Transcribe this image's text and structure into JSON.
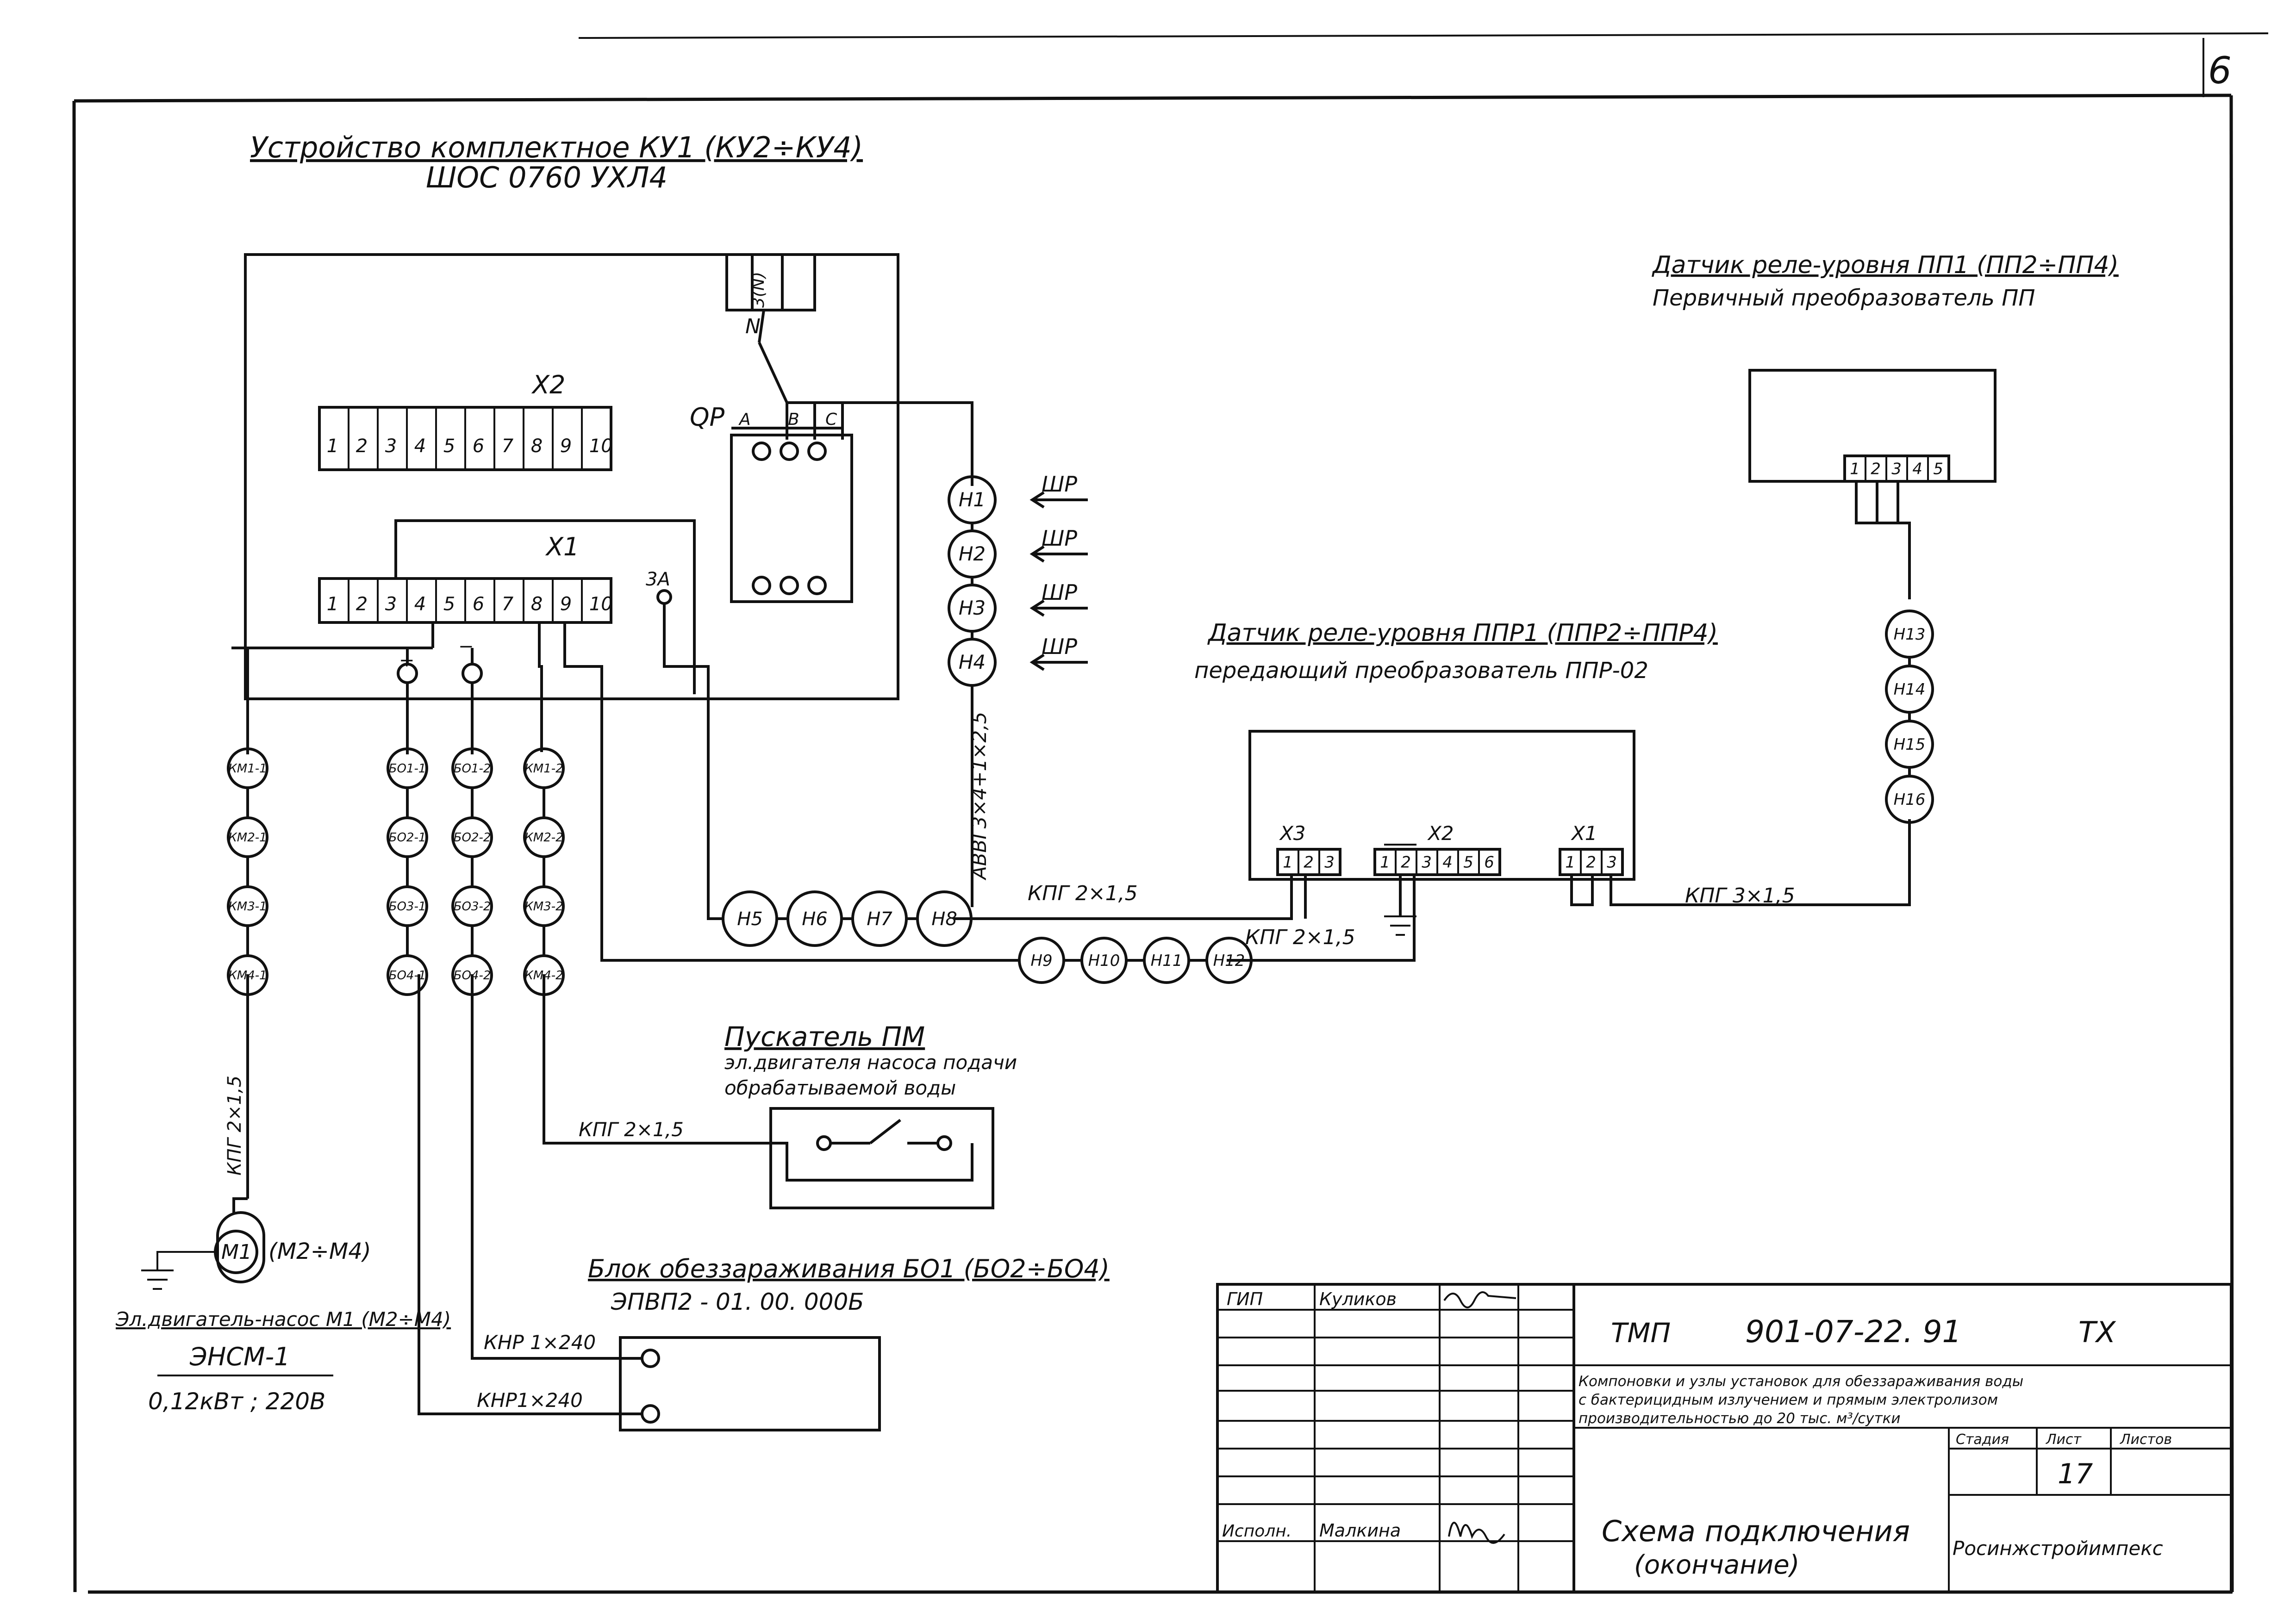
{
  "sheet_number": "6",
  "ku": {
    "title": "Устройство комплектное  КУ1 (КУ2÷КУ4)",
    "subtitle": "ШОС 0760 УХЛ4",
    "x2_label": "X2",
    "x2_terminals": [
      "1",
      "2",
      "3",
      "4",
      "5",
      "6",
      "7",
      "8",
      "9",
      "10"
    ],
    "x1_label": "X1",
    "x1_terminals": [
      "1",
      "2",
      "3",
      "4",
      "5",
      "6",
      "7",
      "8",
      "9",
      "10"
    ],
    "qp_label": "QP",
    "qp_phases": [
      "A",
      "B",
      "C"
    ],
    "n_terminal": "3(N)",
    "n_label": "N",
    "a3_label": "3A",
    "plus_sign": "+",
    "minus_sign": "−"
  },
  "feeds": {
    "labels": [
      "H1",
      "H2",
      "H3",
      "H4"
    ],
    "source": "ШР",
    "cable": "АВВГ3×4+1×2,5"
  },
  "left_chain": [
    "КМ1-1",
    "КМ2-1",
    "КМ3-1",
    "КМ4-1"
  ],
  "bo_chain_1": [
    "БО1-1",
    "БО2-1",
    "БО3-1",
    "БО4-1"
  ],
  "bo_chain_2": [
    "БО1-2",
    "БО2-2",
    "БО3-2",
    "БО4-2"
  ],
  "km_chain_2": [
    "КМ1-2",
    "КМ2-2",
    "КМ3-2",
    "КМ4-2"
  ],
  "mid_chain_1": [
    "H5",
    "H6",
    "H7",
    "H8"
  ],
  "mid_chain_2": [
    "H9",
    "H10",
    "H11",
    "H12"
  ],
  "right_chain": [
    "H13",
    "H14",
    "H15",
    "H16"
  ],
  "cables": {
    "kpg_a": "КПГ 2×1,5",
    "kpg_b": "КПГ 2×1,5",
    "kpg_c": "КПГ 3×1,5",
    "kpg_motor": "КПГ 2×1,5",
    "kpg_starter": "КПГ 2×1,5",
    "knr_1": "КНР 1×240",
    "knr_2": "КНР1×240"
  },
  "sensor_pp": {
    "title": "Датчик реле-уровня ПП1 (ПП2÷ПП4)",
    "subtitle": "Первичный преобразователь ПП",
    "terminals": [
      "1",
      "2",
      "3",
      "4",
      "5"
    ]
  },
  "sensor_ppr": {
    "title": "Датчик реле-уровня ППР1 (ППР2÷ППР4)",
    "subtitle": "передающий преобразователь ППР-02",
    "x3_label": "X3",
    "x3_terminals": [
      "1",
      "2",
      "3"
    ],
    "x2_label": "X2",
    "x2_terminals": [
      "1",
      "2",
      "3",
      "4",
      "5",
      "6"
    ],
    "x1_label": "X1",
    "x1_terminals": [
      "1",
      "2",
      "3"
    ]
  },
  "starter": {
    "title": "Пускатель  ПМ",
    "line1": "эл.двигателя насоса подачи",
    "line2": "обрабатываемой воды"
  },
  "motor": {
    "label": "M1",
    "range": "(M2÷M4)",
    "title": "Эл.двигатель-насос M1 (M2÷M4)",
    "model": "ЭНСМ-1",
    "spec": "0,12кВт ; 220В"
  },
  "disinfection": {
    "title": "Блок обеззараживания БО1 (БО2÷БО4)",
    "subtitle": "ЭПВП2 - 01. 00. 000Б"
  },
  "title_block": {
    "gip_role": "ГИП",
    "gip_name": "Куликов",
    "isp_role": "Исполн.",
    "isp_name": "Малкина",
    "code_prefix": "ТМП",
    "code": "901-07-22. 91",
    "code_suffix": "ТХ",
    "desc_line1": "Компоновки и узлы установок для обеззараживания воды",
    "desc_line2": "с бактерицидным излучением и прямым электролизом",
    "desc_line3": "производительностью до 20 тыс. м³/сутки",
    "col_stage": "Стадия",
    "col_sheet": "Лист",
    "col_sheets": "Листов",
    "sheet_value": "17",
    "drawing_title_1": "Схема подключения",
    "drawing_title_2": "(окончание)",
    "organization": "Росинжстройимпекс"
  }
}
